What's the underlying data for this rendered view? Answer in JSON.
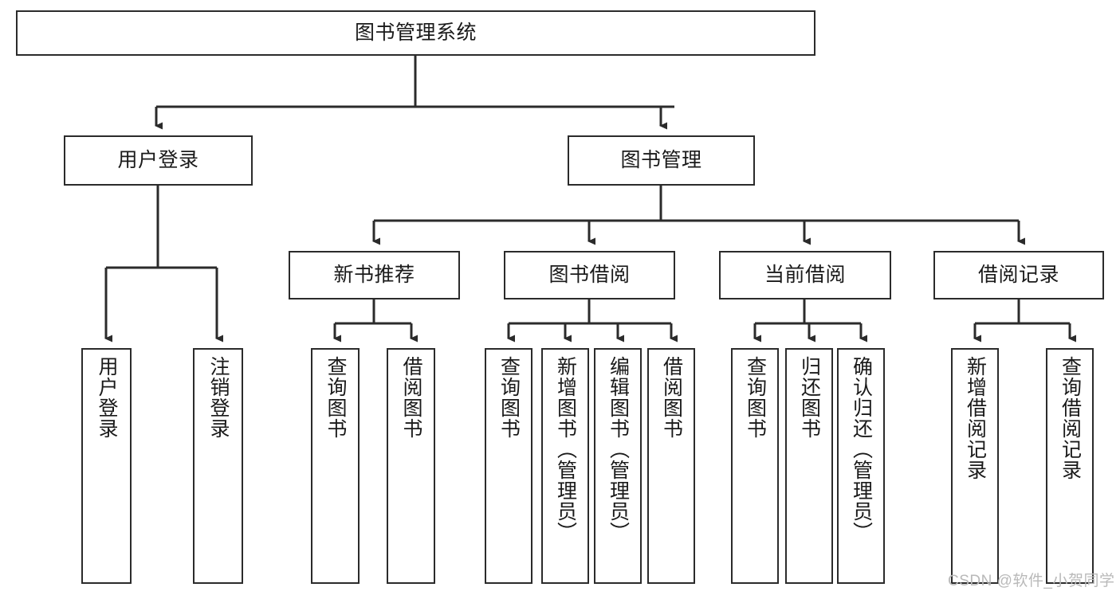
{
  "diagram": {
    "title": "图书管理系统",
    "type": "tree-hierarchy",
    "colors": {
      "box_border": "#2b2b2b",
      "box_fill": "#ffffff",
      "connector": "#2b2b2b",
      "background": "#ffffff",
      "watermark": "#b9b9b9"
    },
    "levels": {
      "root": "图书管理系统",
      "level2": [
        "用户登录",
        "图书管理"
      ],
      "level3": [
        "新书推荐",
        "图书借阅",
        "当前借阅",
        "借阅记录"
      ]
    },
    "nodes": {
      "root": {
        "label": "图书管理系统"
      },
      "user_login": {
        "label": "用户登录"
      },
      "book_manage": {
        "label": "图书管理"
      },
      "new_book_rec": {
        "label": "新书推荐"
      },
      "book_borrow": {
        "label": "图书借阅"
      },
      "current_borrow": {
        "label": "当前借阅"
      },
      "borrow_record": {
        "label": "借阅记录"
      },
      "leaf_01": {
        "label": "用户登录"
      },
      "leaf_02": {
        "label": "注销登录"
      },
      "leaf_03": {
        "label": "查询图书"
      },
      "leaf_04": {
        "label": "借阅图书"
      },
      "leaf_05": {
        "label": "查询图书"
      },
      "leaf_06": {
        "label": "新增图书（管理员）"
      },
      "leaf_07": {
        "label": "编辑图书（管理员）"
      },
      "leaf_08": {
        "label": "借阅图书"
      },
      "leaf_09": {
        "label": "查询图书"
      },
      "leaf_10": {
        "label": "归还图书"
      },
      "leaf_11": {
        "label": "确认归还（管理员）"
      },
      "leaf_12": {
        "label": "新增借阅记录"
      },
      "leaf_13": {
        "label": "查询借阅记录"
      }
    }
  },
  "watermark": {
    "text": "CSDN @软件_小贺同学"
  }
}
